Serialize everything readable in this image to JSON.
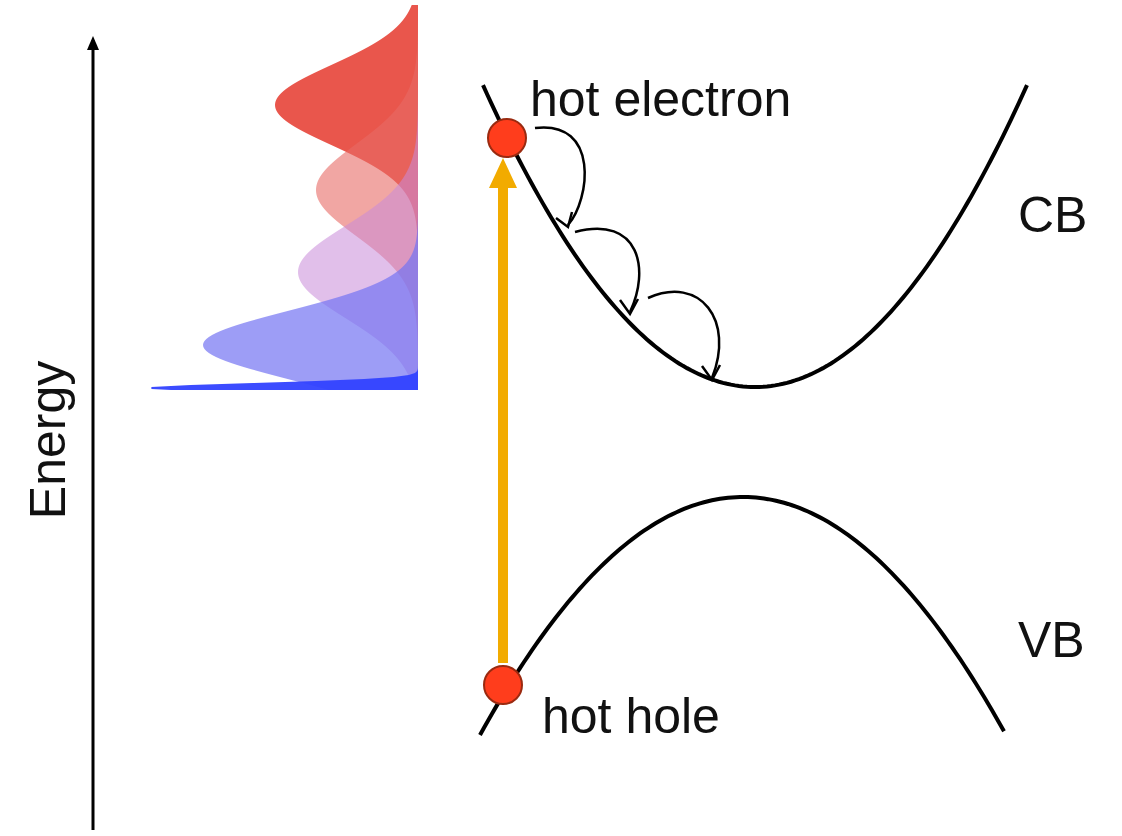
{
  "diagram": {
    "nodes": [
      {
        "text": [
          "hot electron"
        ]
      },
      {
        "text": [
          "hot hole"
        ]
      }
    ],
    "edges": [
      {
        "from": 1,
        "to": 0,
        "arrow": "to"
      }
    ],
    "labels": [
      "CB",
      "VB",
      "Energy"
    ]
  }
}
